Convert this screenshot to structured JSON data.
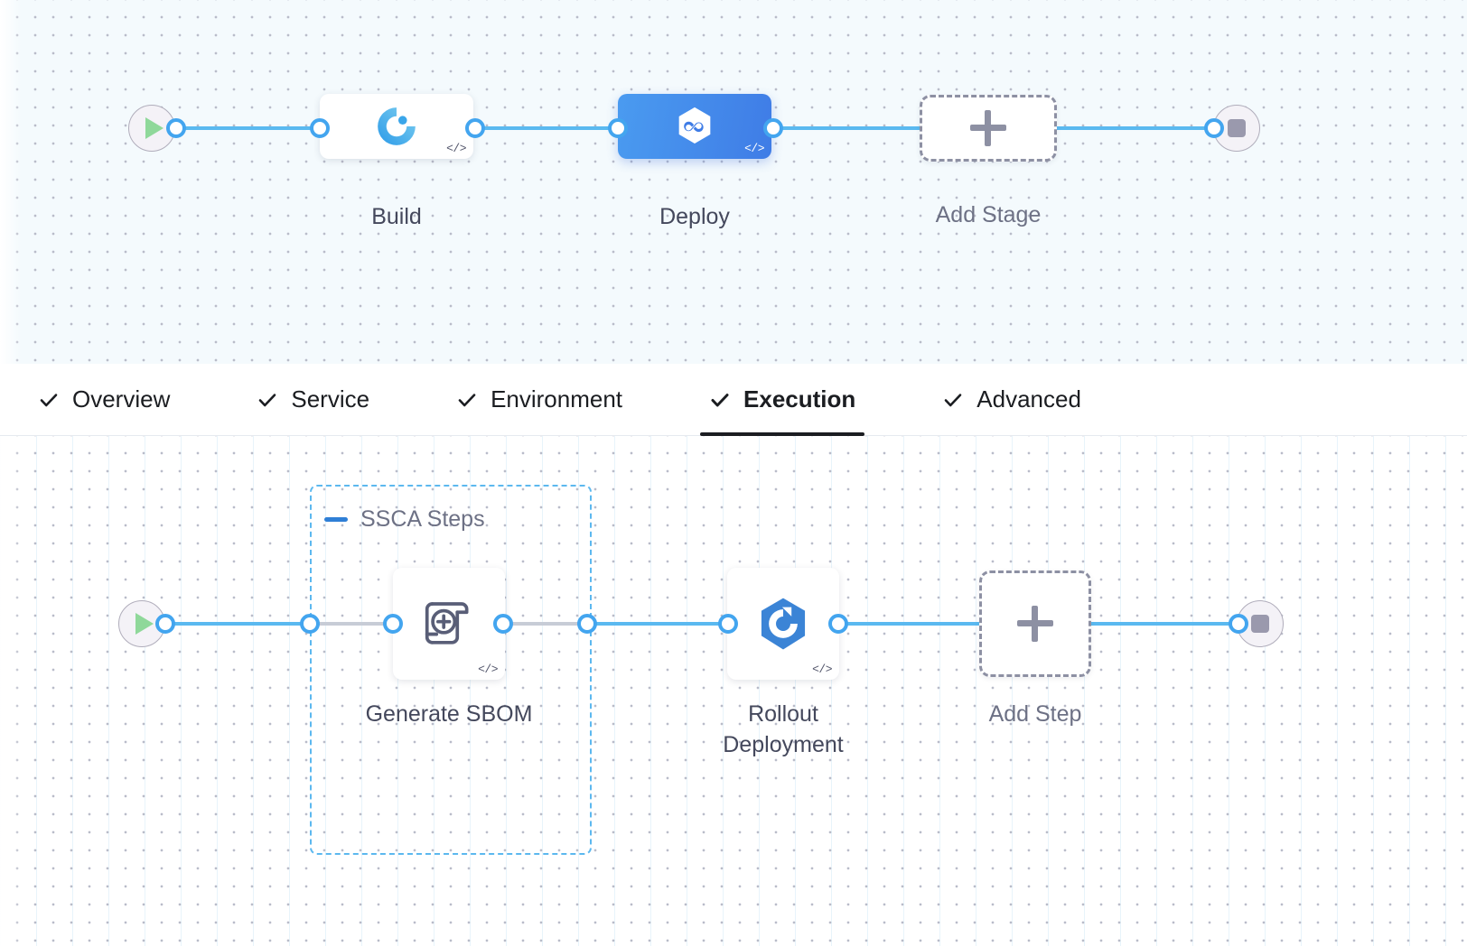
{
  "pipeline": {
    "stage_row": {
      "start_icon": "play-icon",
      "end_icon": "stop-icon",
      "nodes": [
        {
          "label": "Build",
          "icon": "harness-ci-build-icon",
          "code_glyph": "</>",
          "selected": false
        },
        {
          "label": "Deploy",
          "icon": "harness-cd-hexagon-infinity-icon",
          "code_glyph": "</>",
          "selected": true
        }
      ],
      "add_node": {
        "label": "Add Stage",
        "icon": "plus-icon"
      }
    },
    "step_row": {
      "start_icon": "play-icon",
      "end_icon": "stop-icon",
      "group": {
        "title": "SSCA Steps",
        "collapse_icon": "minus-icon",
        "accent": "#5cb8ef"
      },
      "nodes": [
        {
          "label": "Generate SBOM",
          "icon": "sbom-scroll-plus-icon",
          "code_glyph": "</>",
          "in_group": true
        },
        {
          "label": "Rollout Deployment",
          "icon": "rollout-hexagon-refresh-icon",
          "code_glyph": "</>",
          "in_group": false
        }
      ],
      "add_node": {
        "label": "Add Step",
        "icon": "plus-icon"
      }
    }
  },
  "tabs": {
    "items": [
      {
        "label": "Overview",
        "icon": "check-icon",
        "active": false
      },
      {
        "label": "Service",
        "icon": "check-icon",
        "active": false
      },
      {
        "label": "Environment",
        "icon": "check-icon",
        "active": false
      },
      {
        "label": "Execution",
        "icon": "check-icon",
        "active": true
      },
      {
        "label": "Advanced",
        "icon": "check-icon",
        "active": false
      }
    ]
  },
  "colors": {
    "edge": "#5ab9f0",
    "port_ring": "#43a5ef",
    "deploy_gradient_start": "#4a9bf0",
    "deploy_gradient_end": "#3f7ce6",
    "group_dashed": "#5cb8ef",
    "add_dashed": "#8d90a3",
    "canvas_top_bg": "#f4fafd",
    "canvas_bottom_bg": "#ffffff",
    "label_text": "#44485c",
    "tab_active": "#1b1d21"
  }
}
